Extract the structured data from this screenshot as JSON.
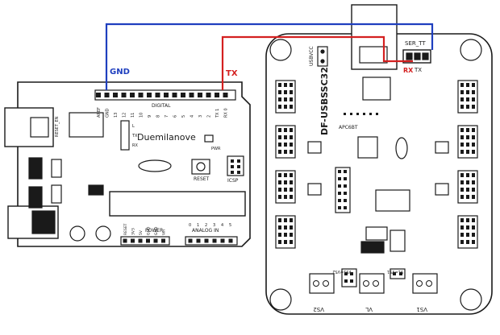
{
  "wires": {
    "gnd": {
      "label": "GND",
      "color": "#1f3fbf"
    },
    "tx": {
      "label": "TX",
      "color": "#d42020"
    },
    "rx": {
      "label": "RX",
      "color": "#d42020"
    }
  },
  "arduino": {
    "name": "Duemilanove",
    "digital_label": "DIGITAL",
    "power_label": "POWER",
    "analog_label": "ANALOG IN",
    "reset_label": "RESET",
    "icsp_label": "ICSP",
    "reset_en_label": "RESET_EN",
    "pwr_label": "PWR",
    "header_pins": [
      "AREF",
      "GND",
      "13",
      "12",
      "11",
      "10",
      "9",
      "8",
      "7",
      "6",
      "5",
      "4",
      "3",
      "2",
      "TX 1",
      "RX 0"
    ],
    "led_labels": [
      "L",
      "TX",
      "RX"
    ],
    "power_pins": [
      "RESET",
      "3V3",
      "5V",
      "GND",
      "GND",
      "Vin"
    ],
    "analog_pins": [
      "0",
      "1",
      "2",
      "3",
      "4",
      "5"
    ]
  },
  "controller": {
    "name": "DF-USBSSC32",
    "ser_label": "SER_TT",
    "rx_label": "RX",
    "tx_label": "TX",
    "usbvcc_label": "USBVCC",
    "chip_label": "APC6BT",
    "vs1_label": "VS1",
    "vs2_label": "VS2",
    "vl_label": "VL",
    "vs1_vl_label": "VL=VS1",
    "vs2_vs1_label": "VS1=VS2"
  },
  "colors": {
    "outline": "#1a1a1a",
    "board_fill": "#ffffff"
  }
}
